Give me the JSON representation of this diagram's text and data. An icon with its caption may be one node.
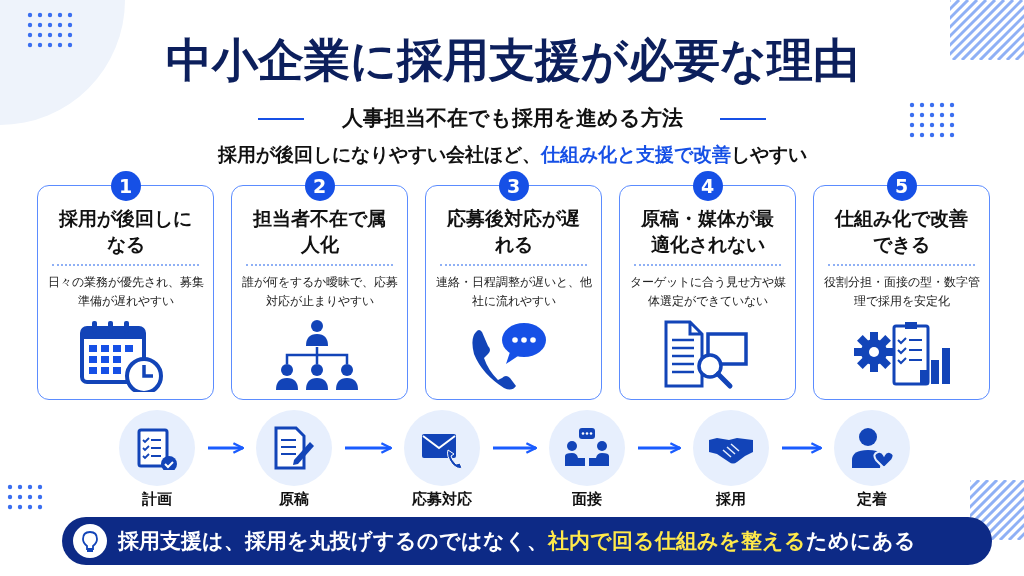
{
  "diagram": {
    "title": "中小企業に採用支援が必要な理由",
    "nodes": [
      {
        "text": [
          "1",
          "採用が後回しになる",
          "日々の業務が優先され、募集準備が遅れやすい"
        ]
      },
      {
        "text": [
          "2",
          "担当者不在で属人化",
          "誰が何をするか曖昧で、応募対応が止まりやすい"
        ]
      },
      {
        "text": [
          "3",
          "応募後対応が遅れる",
          "連絡・日程調整が遅いと、他社に流れやすい"
        ]
      },
      {
        "text": [
          "4",
          "原稿・媒体が最適化されない",
          "ターゲットに合う見せ方や媒体選定ができていない"
        ]
      },
      {
        "text": [
          "5",
          "仕組み化で改善できる",
          "役割分担・面接の型・数字管理で採用を安定化"
        ]
      },
      {
        "text": [
          "計画"
        ]
      },
      {
        "text": [
          "原稿"
        ]
      },
      {
        "text": [
          "応募対応"
        ]
      },
      {
        "text": [
          "面接"
        ]
      },
      {
        "text": [
          "採用"
        ]
      },
      {
        "text": [
          "定着"
        ]
      },
      {
        "text": [
          "採用支援は、採用を丸投げするのではなく、**社内で回る仕組みを整える**ためにある"
        ]
      }
    ],
    "edges": [
      {
        "from": 5,
        "to": 6,
        "arrow": "to"
      },
      {
        "from": 6,
        "to": 7,
        "arrow": "to"
      },
      {
        "from": 7,
        "to": 8,
        "arrow": "to"
      },
      {
        "from": 8,
        "to": 9,
        "arrow": "to"
      },
      {
        "from": 9,
        "to": 10,
        "arrow": "to"
      }
    ],
    "labels": [
      "人事担当不在でも採用を進める方法",
      "採用が後回しになりやすい会社ほど、**仕組み化と支援で改善**しやすい"
    ]
  }
}
